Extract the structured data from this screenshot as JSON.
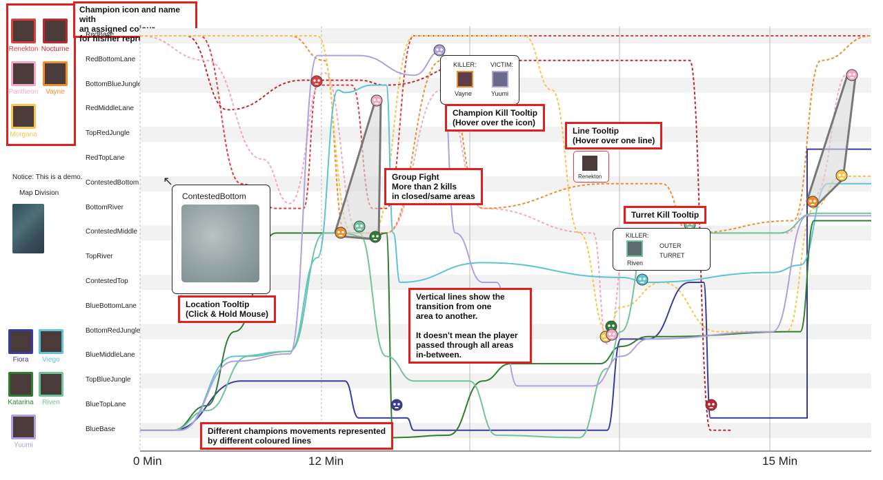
{
  "title": "Champion icon and name with an assigned colour for his/her representation",
  "title_lines": [
    "Champion icon and name with",
    "an assigned colour",
    "for his/her representation"
  ],
  "red_team": [
    {
      "name": "Renekton",
      "color": "#e03b3b"
    },
    {
      "name": "Nocturne",
      "color": "#c0272d"
    },
    {
      "name": "Pantheon",
      "color": "#f4a6c6"
    },
    {
      "name": "Vayne",
      "color": "#f28c28"
    },
    {
      "name": "Morgana",
      "color": "#f5c64a"
    }
  ],
  "blue_team": [
    {
      "name": "Fiora",
      "color": "#3a3aa0"
    },
    {
      "name": "Viego",
      "color": "#5bc4d6"
    },
    {
      "name": "Katarina",
      "color": "#2e7d32"
    },
    {
      "name": "Riven",
      "color": "#6fc49a"
    },
    {
      "name": "Yuumi",
      "color": "#b0a0dc"
    }
  ],
  "notice": "Notice: This is a demo.",
  "map_division_label": "Map Division",
  "areas": [
    "RedBase",
    "RedBottomLane",
    "BottomBlueJungle",
    "RedMiddleLane",
    "TopRedJungle",
    "RedTopLane",
    "ContestedBottom",
    "BottomRiver",
    "ContestedMiddle",
    "TopRiver",
    "ContestedTop",
    "BlueBottomLane",
    "BottomRedJungle",
    "BlueMiddleLane",
    "TopBlueJungle",
    "BlueTopLane",
    "BlueBase"
  ],
  "x_ticks": [
    "0 Min",
    "12 Min",
    "15 Min"
  ],
  "location_tooltip": {
    "title": "ContestedBottom"
  },
  "kill_tooltip": {
    "killer_label": "KILLER:",
    "victim_label": "VICTIM:",
    "killer": "Vayne",
    "victim": "Yuumi"
  },
  "turret_tooltip": {
    "killer_label": "KILLER:",
    "killer": "Riven",
    "turret_line1": "OUTER",
    "turret_line2": "TURRET"
  },
  "line_tooltip": {
    "champion": "Renekton"
  },
  "callouts": {
    "champion_kill": [
      "Champion Kill Tooltip",
      "(Hover over the icon)"
    ],
    "line": [
      "Line Tooltip",
      "(Hover over one line)"
    ],
    "turret": [
      "Turret Kill Tooltip"
    ],
    "group_fight": [
      "Group Fight",
      "More than 2 kills",
      "in closed/same areas"
    ],
    "location": [
      "Location Tooltip",
      "(Click & Hold Mouse)"
    ],
    "vertical": [
      "Vertical lines show the",
      "transition from one",
      "area to another.",
      "",
      "It doesn't mean the player",
      "passed through all areas",
      "in-between."
    ],
    "movements": [
      "Different champions movements represented",
      "by different coloured lines"
    ]
  },
  "colors": {
    "callout_border": "#e51d1d",
    "stripe": "#f2f2f2"
  }
}
